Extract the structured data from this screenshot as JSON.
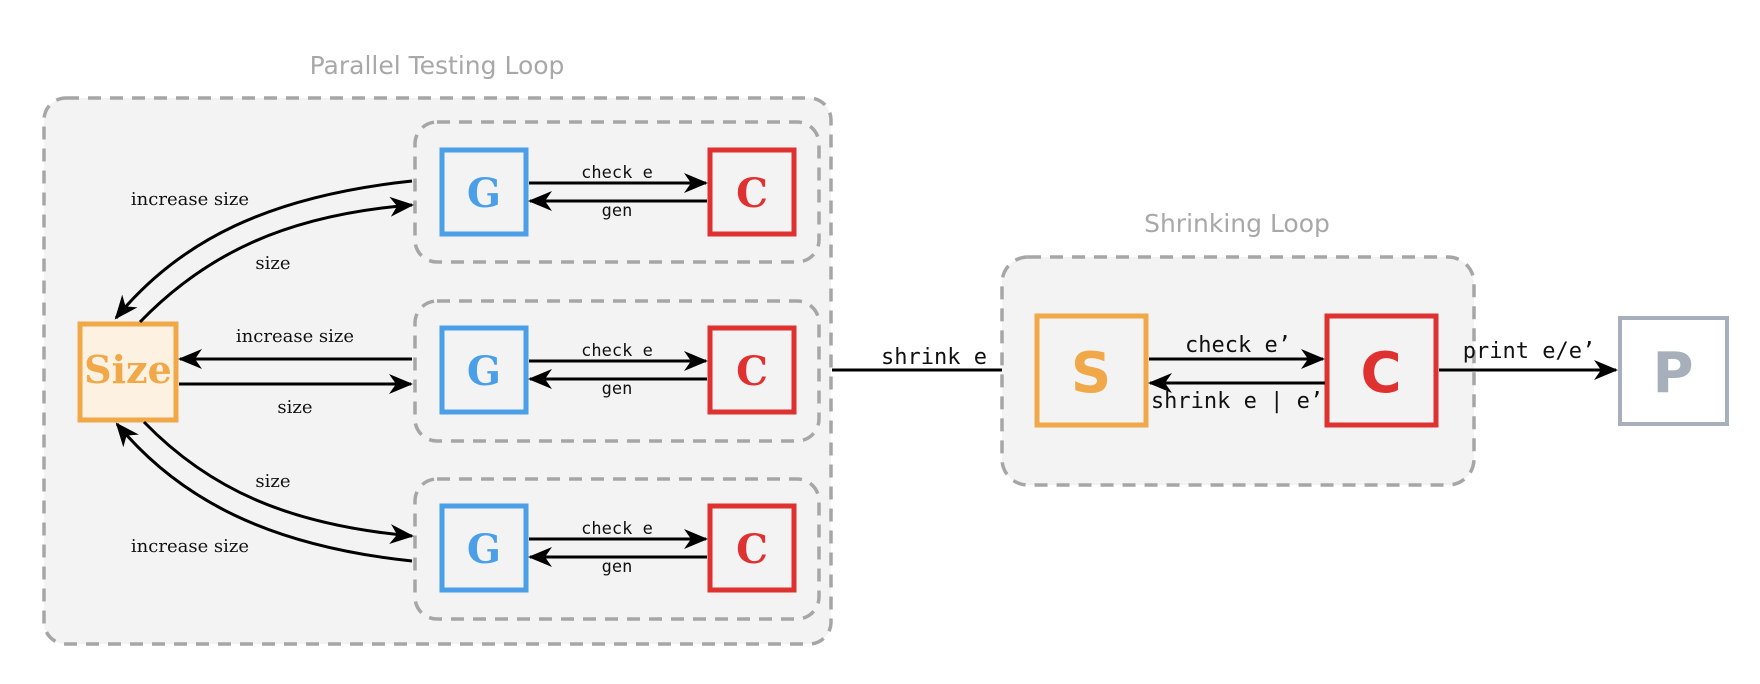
{
  "parallel_loop": {
    "title": "Parallel Testing Loop",
    "size_node": "Size",
    "rows": [
      {
        "generator": "G",
        "checker": "C",
        "check_label": "check e",
        "gen_label": "gen"
      },
      {
        "generator": "G",
        "checker": "C",
        "check_label": "check e",
        "gen_label": "gen"
      },
      {
        "generator": "G",
        "checker": "C",
        "check_label": "check e",
        "gen_label": "gen"
      }
    ],
    "edges": {
      "top_increase": "increase size",
      "top_size": "size",
      "middle_increase": "increase size",
      "middle_size": "size",
      "bottom_size": "size",
      "bottom_increase": "increase size"
    }
  },
  "shrink_edge": "shrink e",
  "shrinking_loop": {
    "title": "Shrinking Loop",
    "shrinker": "S",
    "checker": "C",
    "check_label": "check e’",
    "shrink_label": "shrink e | e’"
  },
  "print_edge": "print e/e’",
  "printer": "P",
  "colors": {
    "blue": "#4a9fe8",
    "red": "#e03131",
    "orange": "#f0a848",
    "gray": "#a7b0ba",
    "loop_fill": "#f3f3f3",
    "size_fill": "#fdf2e2"
  }
}
